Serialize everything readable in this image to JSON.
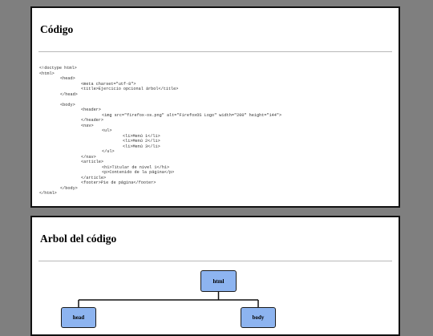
{
  "code_slide": {
    "title": "Código",
    "lines": [
      {
        "indent": 0,
        "text": "<!doctype html>"
      },
      {
        "indent": 0,
        "text": "<html>"
      },
      {
        "indent": 1,
        "text": "<head>"
      },
      {
        "indent": 2,
        "text": "<meta charset=\"utf-8\">"
      },
      {
        "indent": 2,
        "text": "<title>Ejercicio opcional árbol</title>"
      },
      {
        "indent": 1,
        "text": "</head>"
      },
      {
        "indent": 0,
        "text": ""
      },
      {
        "indent": 1,
        "text": "<body>"
      },
      {
        "indent": 2,
        "text": "<header>"
      },
      {
        "indent": 3,
        "text": "<img src=\"firefox-os.png\" alt=\"FirefoxOS Logo\" width=\"200\" height=\"144\">"
      },
      {
        "indent": 2,
        "text": "</header>"
      },
      {
        "indent": 2,
        "text": "<nav>"
      },
      {
        "indent": 3,
        "text": "<ul>"
      },
      {
        "indent": 4,
        "text": "<li>Menú 1</li>"
      },
      {
        "indent": 4,
        "text": "<li>Menú 2</li>"
      },
      {
        "indent": 4,
        "text": "<li>Menú 3</li>"
      },
      {
        "indent": 3,
        "text": "</ul>"
      },
      {
        "indent": 2,
        "text": "</nav>"
      },
      {
        "indent": 2,
        "text": "<article>"
      },
      {
        "indent": 3,
        "text": "<h1>Titular de nivel 1</h1>"
      },
      {
        "indent": 3,
        "text": "<p>Contenido de la página</p>"
      },
      {
        "indent": 2,
        "text": "</article>"
      },
      {
        "indent": 2,
        "text": "<footer>Pie de página</footer>"
      },
      {
        "indent": 1,
        "text": "</body>"
      },
      {
        "indent": 0,
        "text": "</html>"
      }
    ]
  },
  "tree_slide": {
    "title": "Arbol del código",
    "nodes": {
      "root": "html",
      "left": "head",
      "right": "body"
    }
  },
  "colors": {
    "background": "#7f7f7f",
    "node_fill": "#8db4f0"
  }
}
